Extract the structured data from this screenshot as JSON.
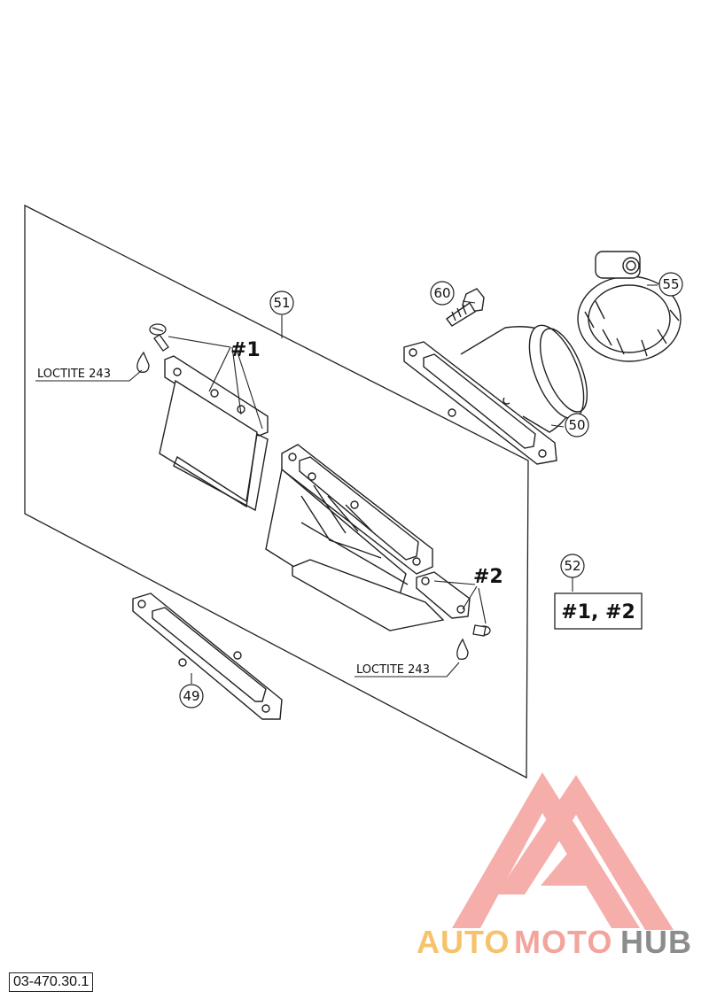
{
  "diagram": {
    "callouts": {
      "c49": "49",
      "c50": "50",
      "c51": "51",
      "c52": "52",
      "c55": "55",
      "c60": "60"
    },
    "refs": {
      "ref1": "#1",
      "ref2": "#2",
      "ref12": "#1, #2"
    },
    "loctite_top": "LOCTITE 243",
    "loctite_bottom": "LOCTITE 243",
    "drawing_code": "03-470.30.1"
  },
  "watermark": {
    "auto": "AUTO",
    "moto": "MOTO",
    "hub": "HUB",
    "colors": {
      "triangle": "#f4a6a0",
      "auto": "#f6c26b",
      "moto": "#f3a49c",
      "hub": "#8c8c8c"
    }
  }
}
